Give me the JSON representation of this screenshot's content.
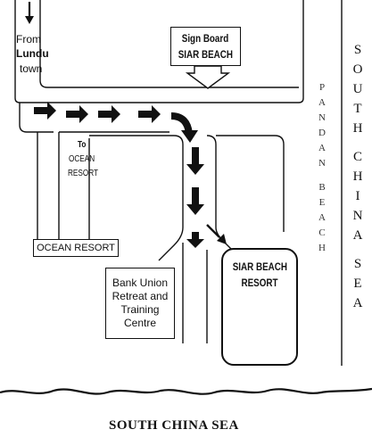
{
  "labels": {
    "from": "From",
    "lundu": "Lundu",
    "town": "town",
    "to": "To",
    "ocean": "OCEAN",
    "resort": "RESORT"
  },
  "signboard": {
    "line1": "Sign Board",
    "line2": "SIAR BEACH"
  },
  "ocean_resort": "OCEAN RESORT",
  "bank_union": {
    "line1": "Bank Union",
    "line2": "Retreat and",
    "line3": "Training",
    "line4": "Centre"
  },
  "siar_resort": {
    "line1": "SIAR BEACH",
    "line2": "RESORT"
  },
  "pandan_beach": [
    "P",
    "A",
    "N",
    "D",
    "A",
    "N",
    "",
    "B",
    "E",
    "A",
    "C",
    "H"
  ],
  "south_china_sea_vertical": [
    "S",
    "O",
    "U",
    "T",
    "H",
    "",
    "C",
    "H",
    "I",
    "N",
    "A",
    "",
    "S",
    "E",
    "A"
  ],
  "south_china_sea_bottom": "SOUTH CHINA SEA",
  "colors": {
    "ink": "#111111",
    "paper": "#ffffff"
  },
  "icons": [
    "arrow-icon",
    "curved-arrow-icon",
    "resort-photo"
  ]
}
